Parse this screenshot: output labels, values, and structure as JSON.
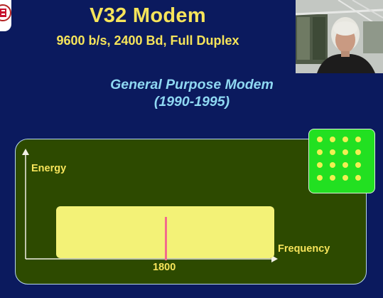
{
  "slide": {
    "title": "V32 Modem",
    "subtitle": "9600 b/s, 2400 Bd, Full Duplex",
    "heading_line1": "General Purpose Modem",
    "heading_line2": "(1990-1995)"
  },
  "spectrum": {
    "y_axis_label": "Energy",
    "x_axis_label": "Frequency",
    "carrier_frequency_label": "1800"
  },
  "constellation": {
    "rows": 4,
    "columns": 4
  },
  "colors": {
    "background": "#0b1a5e",
    "title": "#f6e45a",
    "heading": "#8fd8f2",
    "panel": "#2d4a00",
    "band": "#f3f277",
    "carrier": "#f26b8c",
    "constellation_background": "#22e021"
  }
}
